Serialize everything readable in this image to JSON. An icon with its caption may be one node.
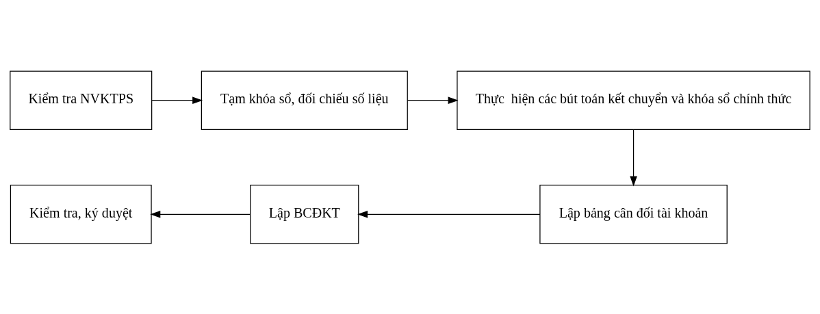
{
  "diagram": {
    "nodes": [
      {
        "text": [
          "Kiểm tra NVKTPS"
        ]
      },
      {
        "text": [
          "Tạm khóa sổ, đối chiếu số liệu"
        ]
      },
      {
        "text": [
          "Thực  hiện các bút toán kết chuyển và khóa sổ chính thức"
        ]
      },
      {
        "text": [
          "Kiểm tra, ký duyệt"
        ]
      },
      {
        "text": [
          "Lập BCĐKT"
        ]
      },
      {
        "text": [
          "Lập bảng cân đối tài khoản"
        ]
      }
    ],
    "edges": [
      {
        "from": 0,
        "to": 1,
        "arrow": "to"
      },
      {
        "from": 1,
        "to": 2,
        "arrow": "to"
      },
      {
        "from": 2,
        "to": 5,
        "arrow": "to"
      },
      {
        "from": 5,
        "to": 4,
        "arrow": "to"
      },
      {
        "from": 4,
        "to": 3,
        "arrow": "to"
      }
    ]
  }
}
